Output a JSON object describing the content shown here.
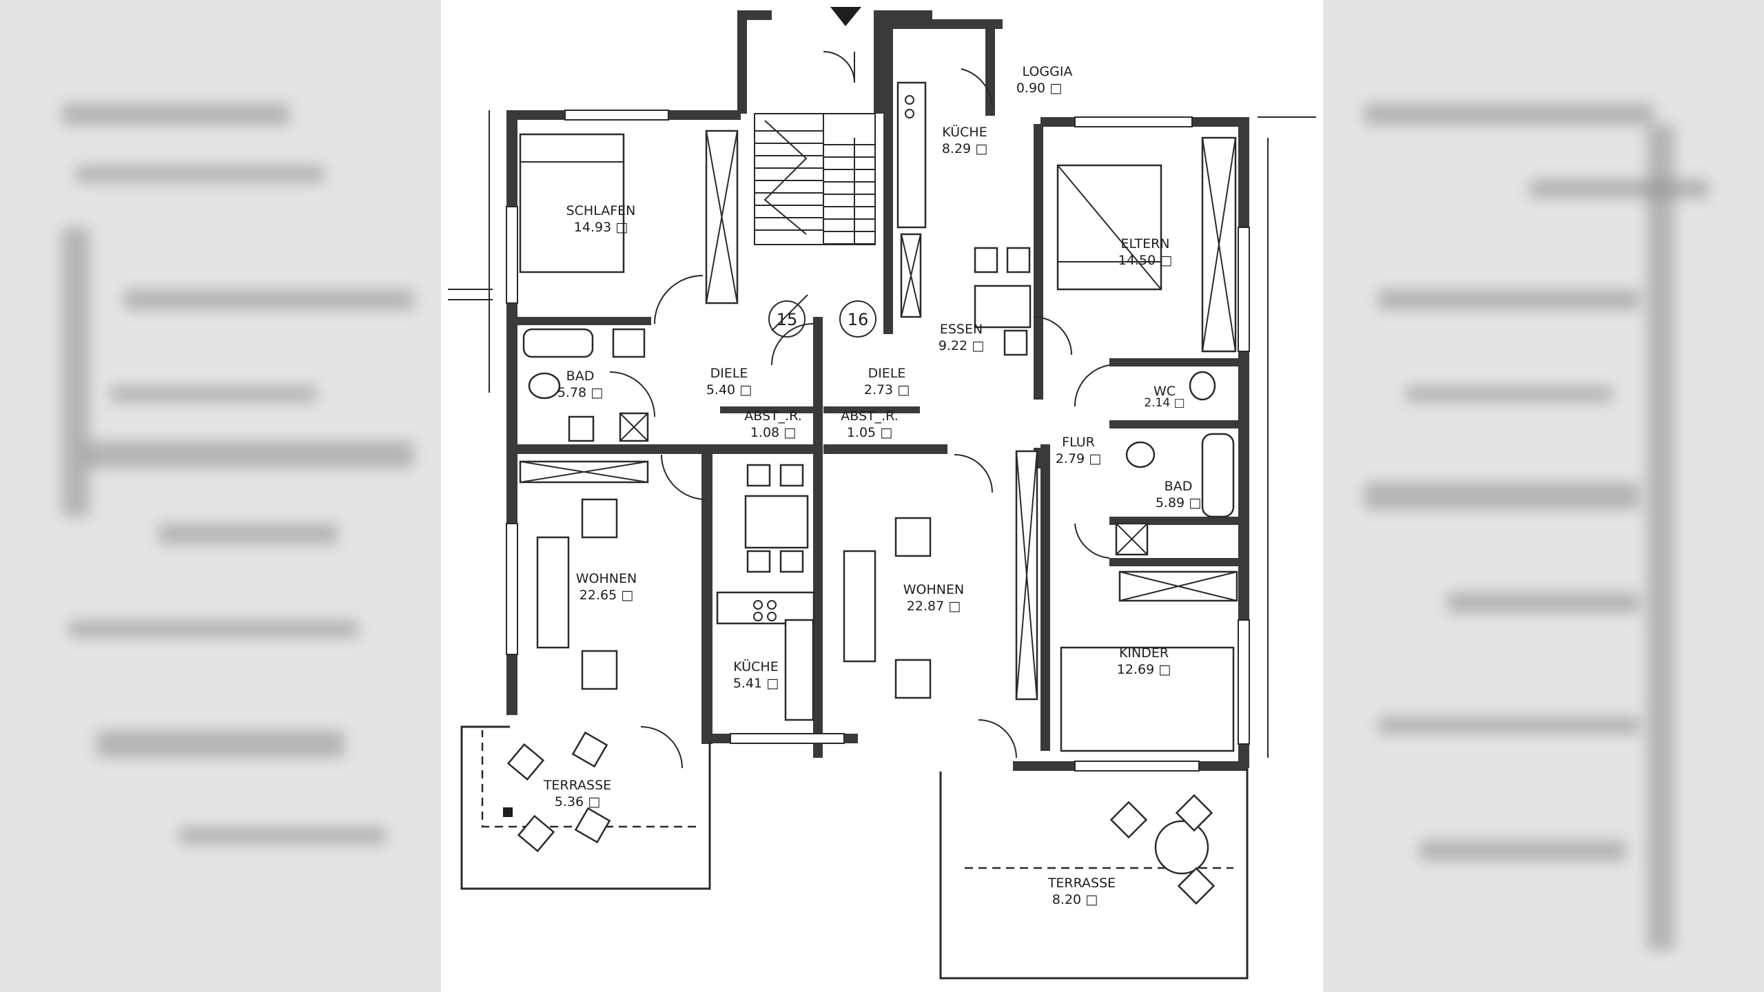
{
  "rooms": {
    "schlafen": {
      "name": "SCHLAFEN",
      "area": "14.93"
    },
    "bad_left": {
      "name": "BAD",
      "area": "5.78"
    },
    "diele_15": {
      "name": "DIELE",
      "area": "5.40"
    },
    "abst_15": {
      "name": "ABST_.R.",
      "area": "1.08"
    },
    "wohnen_left": {
      "name": "WOHNEN",
      "area": "22.65"
    },
    "kueche_left": {
      "name": "KÜCHE",
      "area": "5.41"
    },
    "terrasse_left": {
      "name": "TERRASSE",
      "area": "5.36"
    },
    "loggia": {
      "name": "LOGGIA",
      "area": "0.90"
    },
    "kueche_right": {
      "name": "KÜCHE",
      "area": "8.29"
    },
    "eltern": {
      "name": "ELTERN",
      "area": "14.50"
    },
    "essen": {
      "name": "ESSEN",
      "area": "9.22"
    },
    "diele_16": {
      "name": "DIELE",
      "area": "2.73"
    },
    "abst_16": {
      "name": "ABST_.R.",
      "area": "1.05"
    },
    "wc": {
      "name": "WC",
      "area": "2.14"
    },
    "flur": {
      "name": "FLUR",
      "area": "2.79"
    },
    "bad_right": {
      "name": "BAD",
      "area": "5.89"
    },
    "wohnen_right": {
      "name": "WOHNEN",
      "area": "22.87"
    },
    "kinder": {
      "name": "KINDER",
      "area": "12.69"
    },
    "terrasse_right": {
      "name": "TERRASSE",
      "area": "8.20"
    }
  },
  "unit_numbers": {
    "left": "15",
    "right": "16"
  },
  "area_unit_glyph": "□"
}
